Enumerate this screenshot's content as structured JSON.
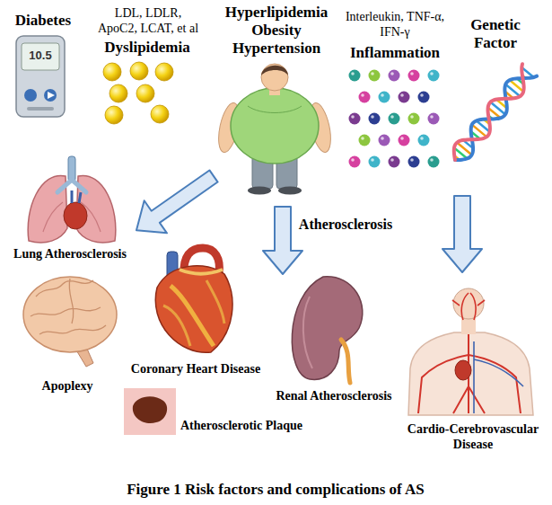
{
  "diagram": {
    "caption": "Figure 1 Risk factors and complications of AS",
    "labels": [
      "Diabetes",
      "LDL, LDLR, ApoC2, LCAT, et al",
      "Hyperlipidemia",
      "Obesity",
      "Hypertension",
      "Interleukin, TNF-α, IFN-γ",
      "Genetic Factor",
      "Dyslipidemia",
      "Inflammation",
      "10.5",
      "Lung Atherosclerosis",
      "Atherosclerosis",
      "Apoplexy",
      "Coronary Heart Disease",
      "Renal Atherosclerosis",
      "Atherosclerotic Plaque",
      "Cardio-Cerebrovascular Disease"
    ]
  }
}
